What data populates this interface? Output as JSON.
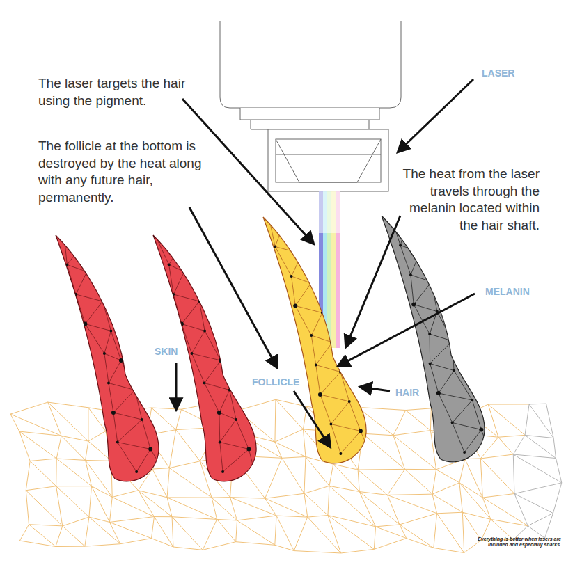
{
  "diagram": {
    "labels": [
      "The laser targets the hair using the pigment.",
      "LASER",
      "The follicle at the bottom is destroyed by the heat along with any future hair, permanently.",
      "The heat from the laser travels through the melanin located within the hair shaft.",
      "MELANIN",
      "SKIN",
      "FOLLICLE",
      "HAIR",
      "Everything is better when lasers are included and especially sharks."
    ]
  }
}
